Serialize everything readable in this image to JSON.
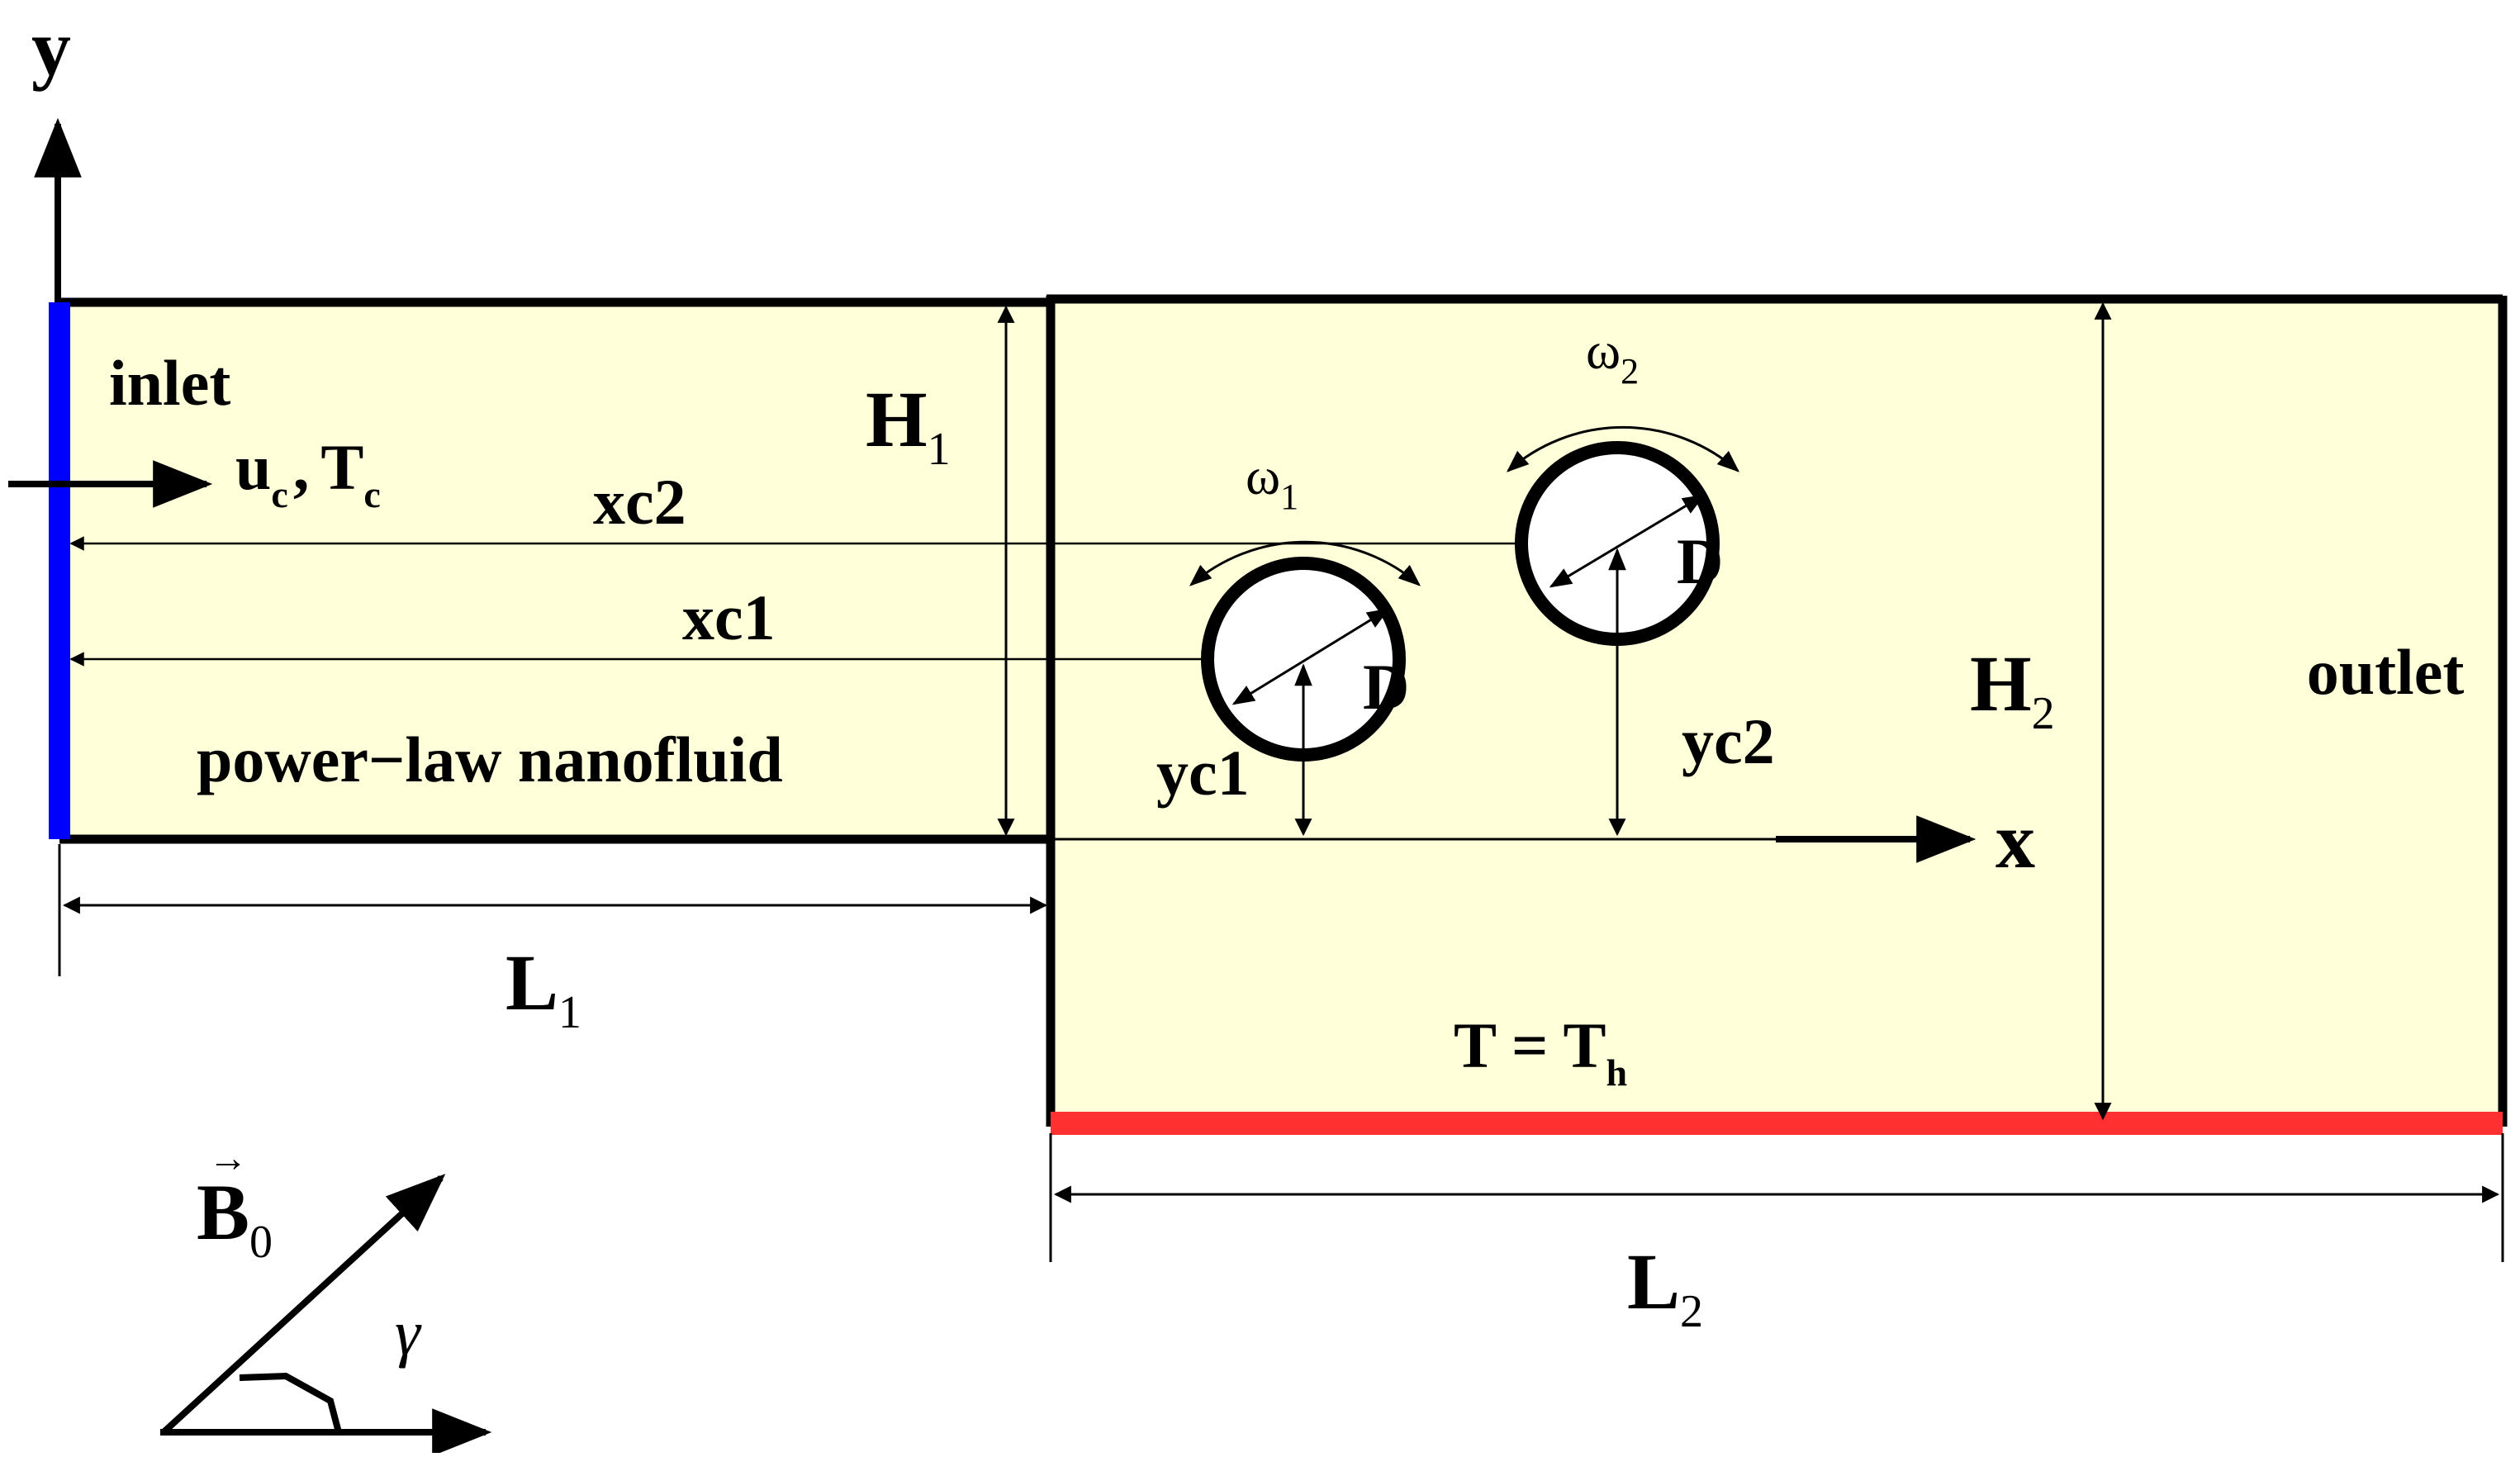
{
  "colors": {
    "fluid": "#FFFFD9",
    "walls": "#000000",
    "inlet": "#0000FF",
    "heated_wall": "#FF3030",
    "cylinder_fill": "#FFFFFF"
  },
  "axes": {
    "x": "x",
    "y": "y"
  },
  "labels": {
    "inlet": "inlet",
    "inlet_velocity": {
      "u": "u",
      "u_sub": "c",
      "sep": ",",
      "T": "T",
      "T_sub": "c"
    },
    "fluid": "power−law nanofluid",
    "outlet": "outlet",
    "heated_condition": {
      "lhs": "T",
      "eq": "=",
      "T": "T",
      "T_sub": "h"
    }
  },
  "dimensions": {
    "H1": {
      "main": "H",
      "sub": "1"
    },
    "H2": {
      "main": "H",
      "sub": "2"
    },
    "L1": {
      "main": "L",
      "sub": "1"
    },
    "L2": {
      "main": "L",
      "sub": "2"
    },
    "xc1": "xc1",
    "xc2": "xc2",
    "yc1": "yc1",
    "yc2": "yc2",
    "D1": "D",
    "D2": "D"
  },
  "rotation": {
    "omega1": {
      "main": "ω",
      "sub": "1"
    },
    "omega2": {
      "main": "ω",
      "sub": "2"
    }
  },
  "magnetic_field": {
    "main": "B",
    "arrow": "→",
    "sub": "0",
    "angle": "γ"
  },
  "icons": [
    "arrow-icon",
    "rotation-arrow-icon"
  ]
}
